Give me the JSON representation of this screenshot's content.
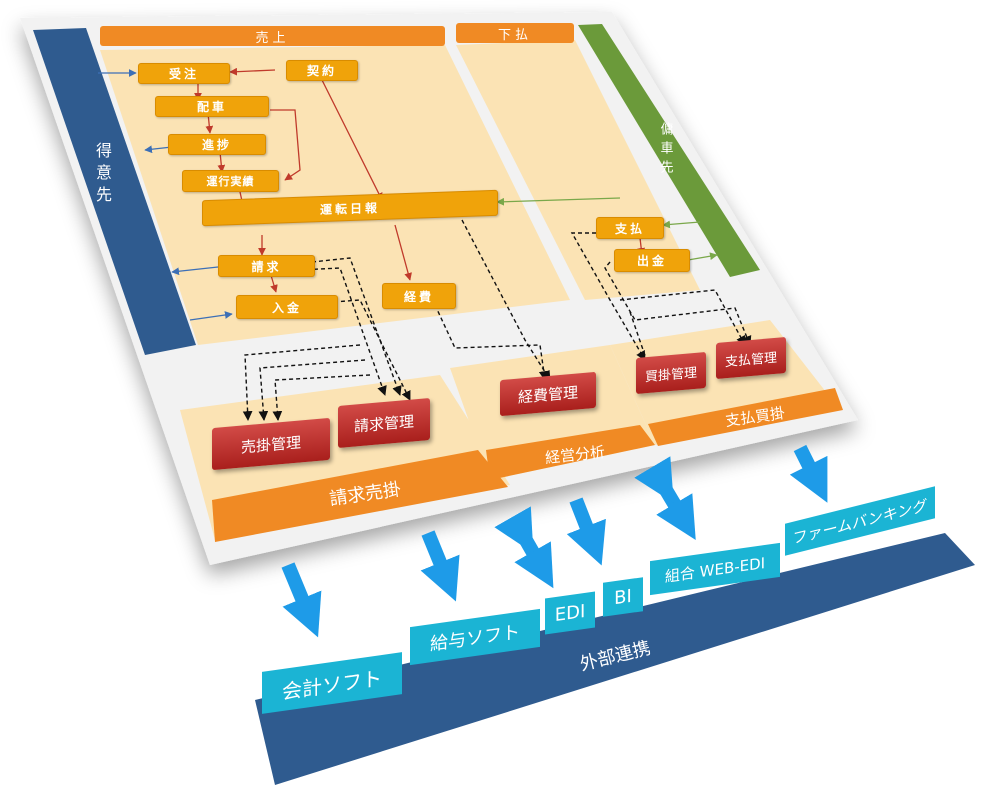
{
  "sections": {
    "uriage": "売上",
    "shiharai": "下払",
    "tokuisaki": "得意先",
    "yoshasaki": "傭車先"
  },
  "process": {
    "juchu": "受注",
    "keiyaku": "契約",
    "haisha": "配車",
    "shinchoku": "進捗",
    "unko_jisseki": "運行実績",
    "unten_nippo": "運転日報",
    "seikyu": "請求",
    "nyukin": "入金",
    "keihi": "経費",
    "shiharai_box": "支払",
    "shukkin": "出金"
  },
  "modules": {
    "urikake_kanri": "売掛管理",
    "seikyu_kanri": "請求管理",
    "keihi_kanri": "経費管理",
    "kaikake_kanri": "買掛管理",
    "shiharai_kanri": "支払管理"
  },
  "module_groups": {
    "seikyu_urikake": "請求売掛",
    "keiei_bunseki": "経営分析",
    "shiharai_kaikake": "支払買掛"
  },
  "external": {
    "title": "外部連携",
    "kaikei": "会計ソフト",
    "kyuyo": "給与ソフト",
    "edi": "EDI",
    "bi": "BI",
    "kumiai_edi": "組合 WEB-EDI",
    "firm_banking": "ファームバンキング"
  },
  "colors": {
    "panel": "#f2f2f2",
    "orange_band": "#f08a24",
    "process_box": "#f0a30a",
    "module_red": "#b8302c",
    "navy": "#2f5b8f",
    "green": "#6b9a3a",
    "cyan": "#1bb4d4",
    "arrow_blue": "#1e9be8"
  }
}
